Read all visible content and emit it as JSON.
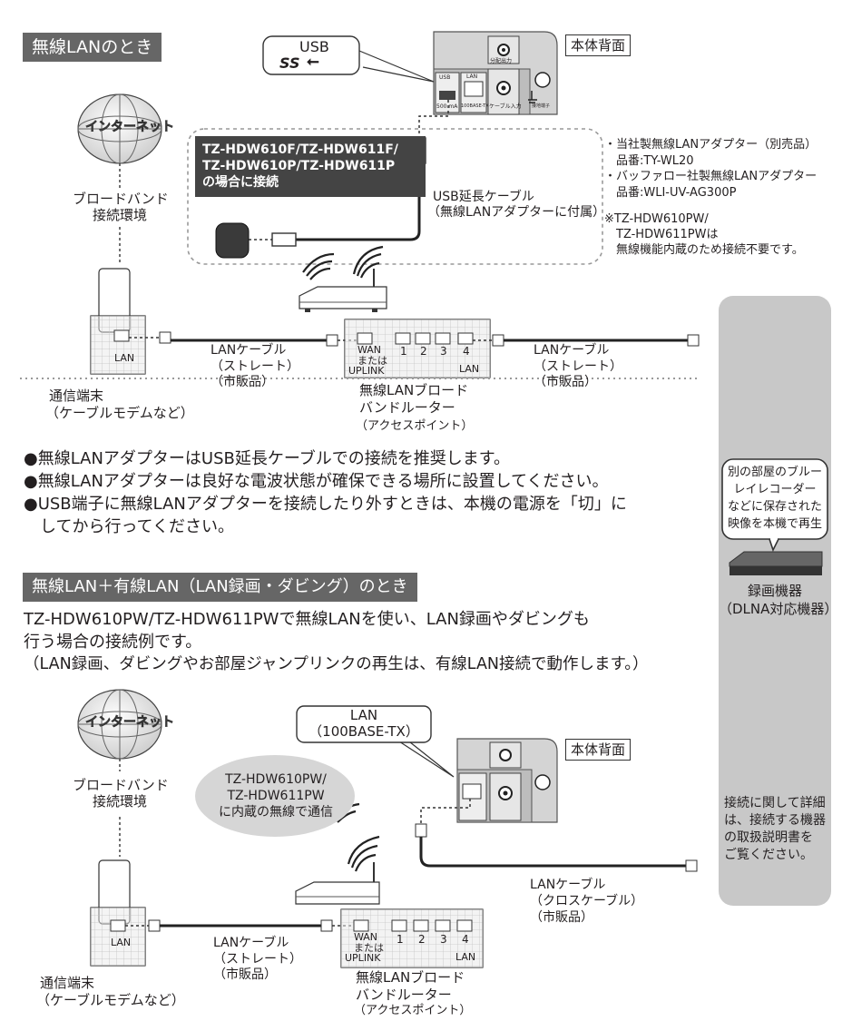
{
  "top": {
    "section_title": "無線LANのとき",
    "usb_port_label": "USB",
    "usb_ss_mark": "SS",
    "back_panel_label": "本体背面",
    "internet_label": "インターネット",
    "broadband_line1": "ブロードバンド",
    "broadband_line2": "接続環境",
    "model_note": [
      "TZ-HDW610F/TZ-HDW611F/",
      "TZ-HDW610P/TZ-HDW611P",
      "の場合に接続"
    ],
    "usb_cable_line1": "USB延長ケーブル",
    "usb_cable_line2": "（無線LANアダプターに付属）",
    "adapters": [
      "・当社製無線LANアダプター（別売品）",
      "　品番:TY-WL20",
      "・バッファロー社製無線LANアダプター",
      "　品番:WLI-UV-AG300P"
    ],
    "builtin_note": [
      "※TZ-HDW610PW/",
      "　TZ-HDW611PWは",
      "　無線機能内蔵のため接続不要です。"
    ],
    "lan_port_label": "LAN",
    "lan_cable_left": [
      "LANケーブル",
      "（ストレート）",
      "（市販品）"
    ],
    "lan_cable_right": [
      "LANケーブル",
      "（ストレート）",
      "（市販品）"
    ],
    "wan_label": [
      "WAN",
      "または",
      "UPLINK"
    ],
    "ports": [
      "1",
      "2",
      "3",
      "4"
    ],
    "router_lan_label": "LAN",
    "terminal": [
      "通信端末",
      "（ケーブルモデムなど）"
    ],
    "router": [
      "無線LANブロード",
      "バンドルーター"
    ],
    "router_sub": "（アクセスポイント）",
    "back_labels": {
      "usb": "USB",
      "lan": "LAN",
      "ma": "500 mA",
      "base": "100BASE-TX",
      "split": "分配出力",
      "cable": "ケーブル入力",
      "ant": "接地端子"
    }
  },
  "bullets": [
    "●無線LANアダプターはUSB延長ケーブルでの接続を推奨します。",
    "●無線LANアダプターは良好な電波状態が確保できる場所に設置してください。",
    "●USB端子に無線LANアダプターを接続したり外すときは、本機の電源を「切」に",
    "　してから行ってください。"
  ],
  "side": {
    "bubble": [
      "別の部屋のブルー",
      "レイレコーダー",
      "などに保存された",
      "映像を本機で再生"
    ],
    "device": [
      "録画機器",
      "（DLNA対応機器）"
    ],
    "detail": [
      "接続に関して詳細",
      "は、接続する機器",
      "の取扱説明書を",
      "ご覧ください。"
    ]
  },
  "bottom": {
    "section_title": "無線LAN＋有線LAN（LAN録画・ダビング）のとき",
    "intro": [
      "TZ-HDW610PW/TZ-HDW611PWで無線LANを使い、LAN録画やダビングも",
      "行う場合の接続例です。",
      "（LAN録画、ダビングやお部屋ジャンプリンクの再生は、有線LAN接続で動作します。）"
    ],
    "internet_label": "インターネット",
    "broadband_line1": "ブロードバンド",
    "broadband_line2": "接続環境",
    "lan_callout": [
      "LAN",
      "（100BASE-TX）"
    ],
    "back_panel_label": "本体背面",
    "builtin_bubble": [
      "TZ-HDW610PW/",
      "TZ-HDW611PW",
      "に内蔵の無線で通信"
    ],
    "cross_cable": [
      "LANケーブル",
      "（クロスケーブル）",
      "（市販品）"
    ],
    "lan_port_label": "LAN",
    "lan_cable": [
      "LANケーブル",
      "（ストレート）",
      "（市販品）"
    ],
    "wan_label": [
      "WAN",
      "または",
      "UPLINK"
    ],
    "ports": [
      "1",
      "2",
      "3",
      "4"
    ],
    "router_lan_label": "LAN",
    "terminal": [
      "通信端末",
      "（ケーブルモデムなど）"
    ],
    "router": [
      "無線LANブロード",
      "バンドルーター"
    ],
    "router_sub": "（アクセスポイント）"
  }
}
